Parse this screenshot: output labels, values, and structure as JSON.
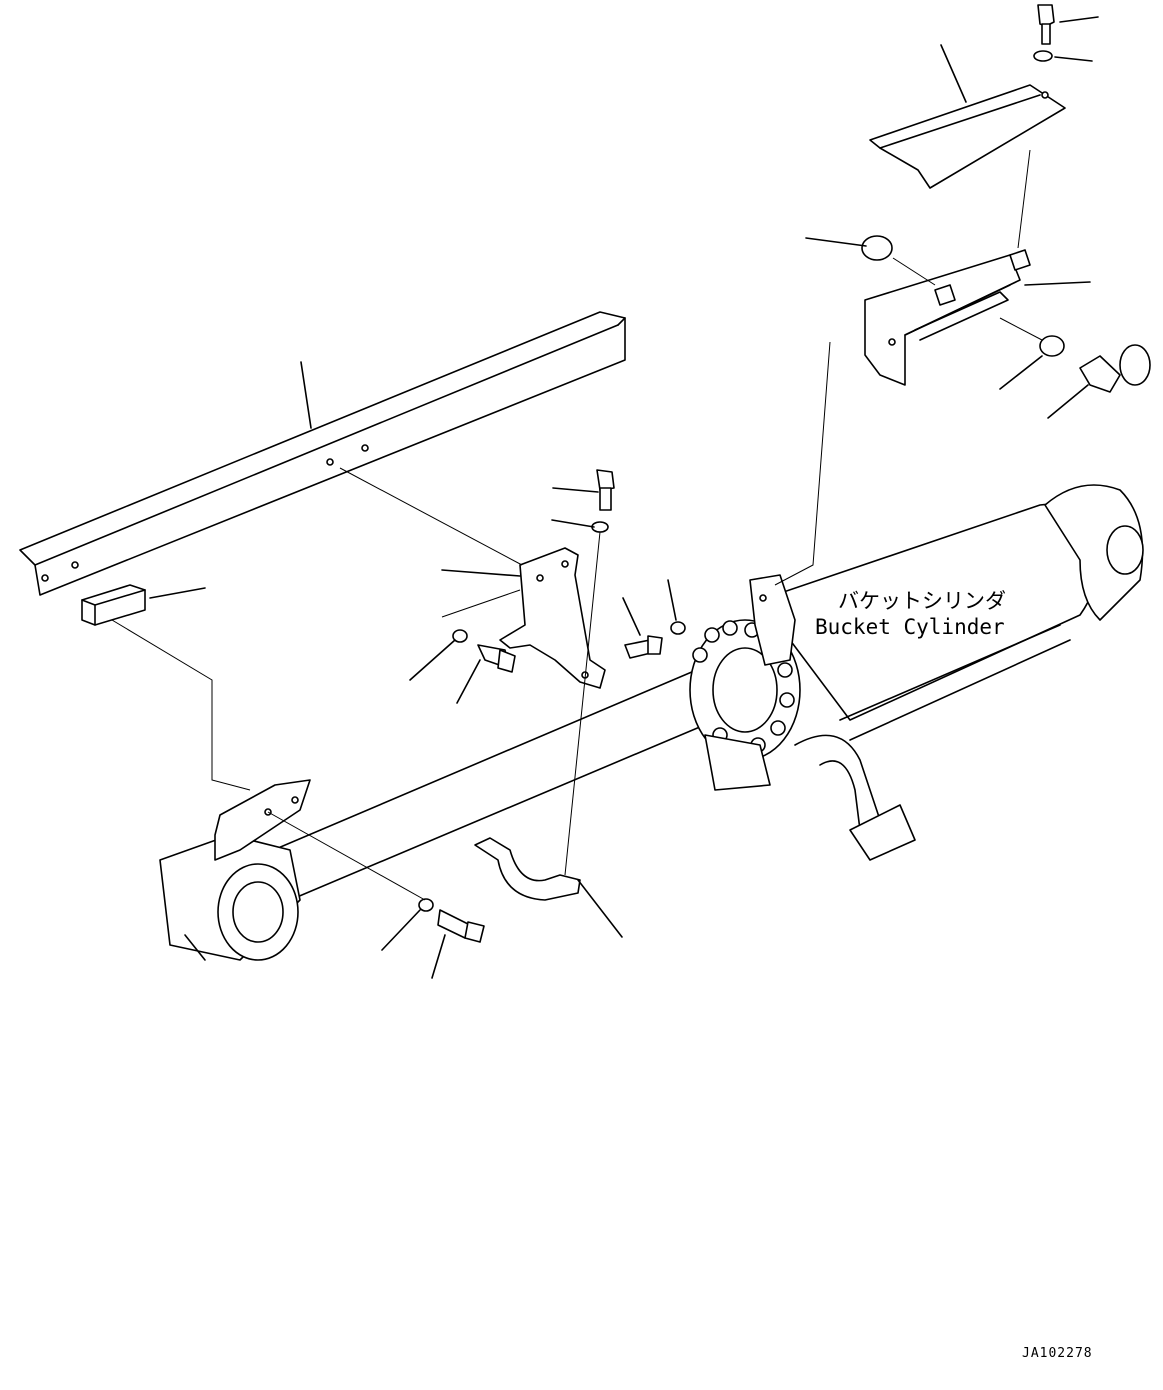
{
  "diagram": {
    "label_jp": "バケットシリンダ",
    "label_en": "Bucket Cylinder",
    "drawing_code": "JA102278"
  }
}
